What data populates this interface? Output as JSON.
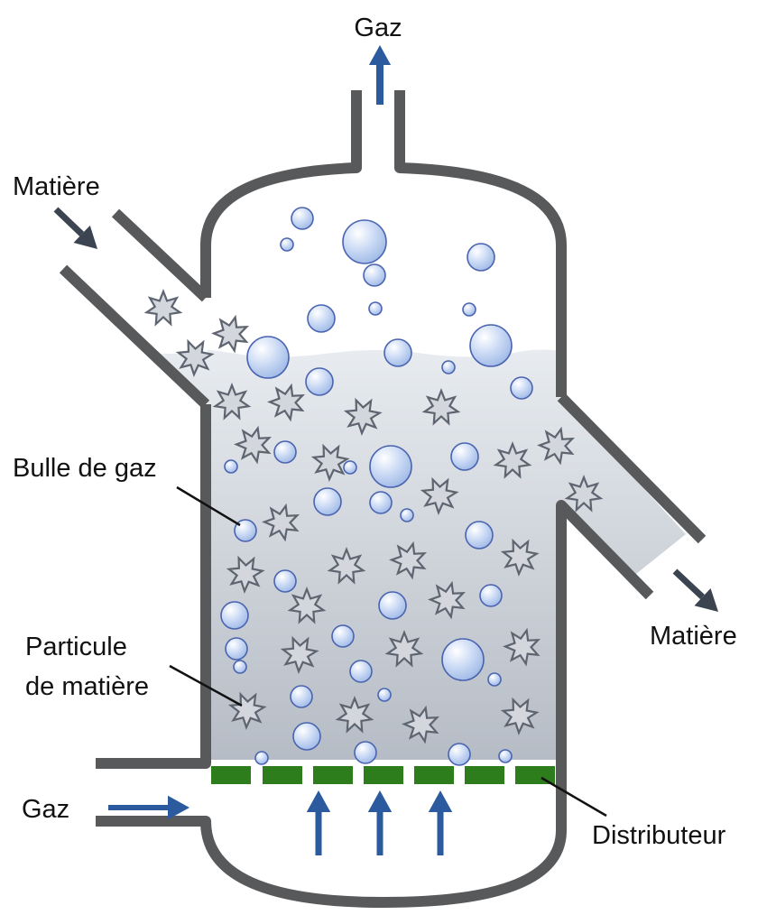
{
  "labels": {
    "gas_out": "Gaz",
    "material_in": "Matière",
    "material_out": "Matière",
    "gas_in": "Gaz",
    "bubble": "Bulle de gaz",
    "particle_line1": "Particule",
    "particle_line2": "de matière",
    "distributor": "Distributeur"
  },
  "colors": {
    "vessel_wall": "#58595b",
    "bed_top": "#e8ecf0",
    "bed_bottom": "#b6bcc5",
    "bubble_fill": "#c8d8f4",
    "bubble_stroke": "#4a64b0",
    "particle_fill": "#d3d6dc",
    "particle_stroke": "#5f6570",
    "gas_arrow": "#2b5a9e",
    "material_arrow": "#3b4450",
    "distributor": "#2e7d1c",
    "leader_line": "#111111"
  },
  "icons": {
    "gas_arrow": "arrow-icon",
    "material_arrow": "arrow-icon",
    "bubble": "bubble-icon",
    "particle": "star-particle-icon"
  }
}
